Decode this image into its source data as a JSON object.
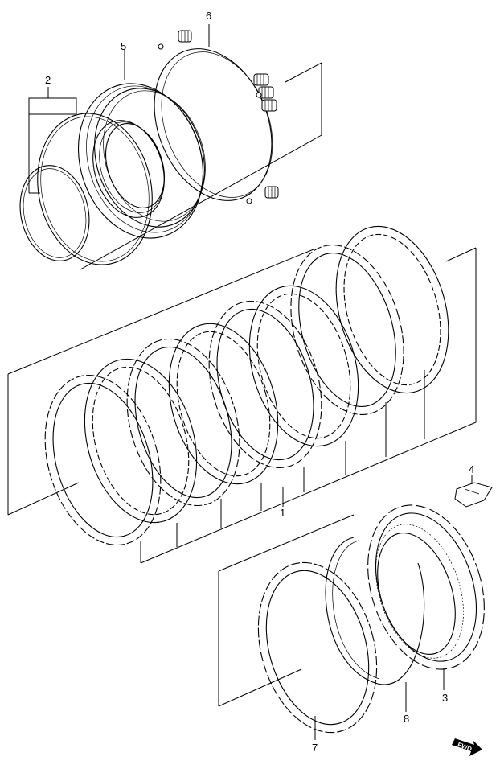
{
  "callouts": {
    "part1": "1",
    "part2": "2",
    "part3": "3",
    "part4": "4",
    "part5": "5",
    "part6": "6",
    "part7": "7",
    "part8": "8"
  },
  "direction_badge": {
    "label": "FWD",
    "icon": "fwd-arrow-icon"
  }
}
